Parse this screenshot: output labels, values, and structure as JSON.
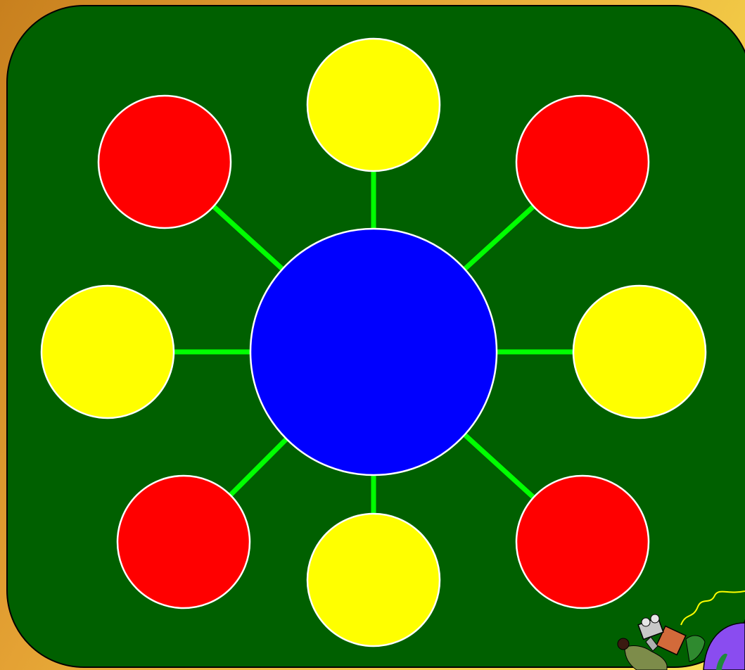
{
  "diagram": {
    "type": "hub-and-spoke",
    "board_color": "#006000",
    "connector_color": "#00ff00",
    "outline_color": "#ffffff",
    "hub": {
      "name": "hub-node",
      "color": "#0000ff",
      "label": ""
    },
    "spokes": [
      {
        "name": "spoke-node-top",
        "color": "#ffff00",
        "label": ""
      },
      {
        "name": "spoke-node-top-right",
        "color": "#ff0000",
        "label": ""
      },
      {
        "name": "spoke-node-right",
        "color": "#ffff00",
        "label": ""
      },
      {
        "name": "spoke-node-bottom-right",
        "color": "#ff0000",
        "label": ""
      },
      {
        "name": "spoke-node-bottom",
        "color": "#ffff00",
        "label": ""
      },
      {
        "name": "spoke-node-bottom-left",
        "color": "#ff0000",
        "label": ""
      },
      {
        "name": "spoke-node-left",
        "color": "#ffff00",
        "label": ""
      },
      {
        "name": "spoke-node-top-left",
        "color": "#ff0000",
        "label": ""
      }
    ]
  },
  "decoration": {
    "icon": "camera-operator-clipart-icon"
  }
}
